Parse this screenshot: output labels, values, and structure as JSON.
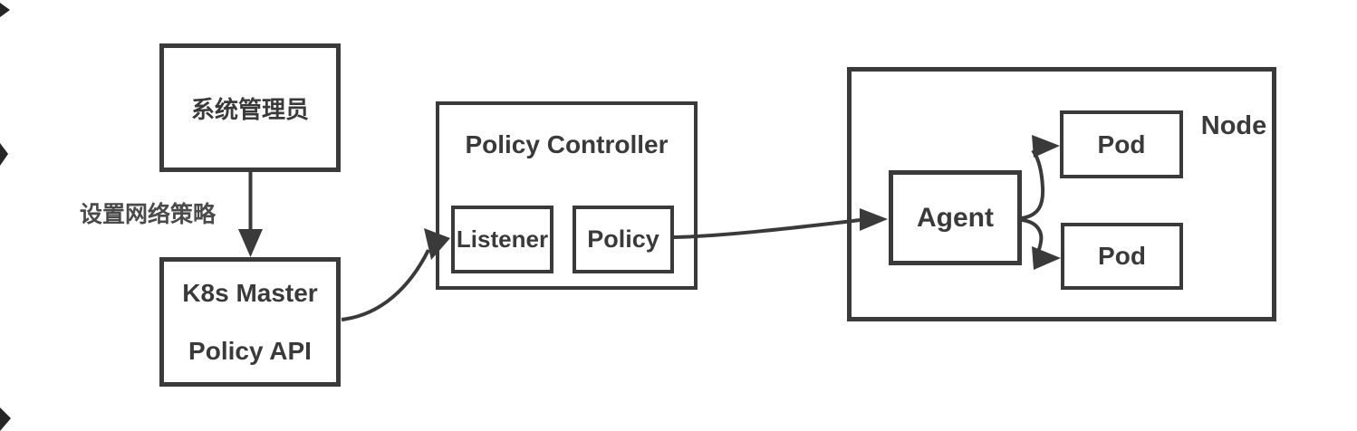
{
  "canvas": {
    "background_color": "#ffffff",
    "stroke_color": "#3a3a3a",
    "text_color": "#3a3a3a",
    "edge_label_color": "#4a4a4a"
  },
  "nodes": {
    "admin": {
      "label": "系统管理员"
    },
    "k8s_master": {
      "line1": "K8s Master",
      "line2": "Policy API"
    },
    "policy_controller": {
      "title": "Policy Controller",
      "children": {
        "listener": {
          "label": "Listener"
        },
        "policy": {
          "label": "Policy"
        }
      }
    },
    "node": {
      "label": "Node"
    },
    "agent": {
      "label": "Agent"
    },
    "pod_top": {
      "label": "Pod"
    },
    "pod_bottom": {
      "label": "Pod"
    }
  },
  "edges": {
    "set_policy": {
      "label": "设置网络策略",
      "from": "admin",
      "to": "k8s_master"
    },
    "api_to_listener": {
      "label": "",
      "from": "k8s_master",
      "to": "listener"
    },
    "policy_to_agent": {
      "label": "",
      "from": "policy",
      "to": "agent"
    },
    "agent_to_pod_top": {
      "label": "",
      "from": "agent",
      "to": "pod_top"
    },
    "agent_to_pod_bottom": {
      "label": "",
      "from": "agent",
      "to": "pod_bottom"
    }
  }
}
